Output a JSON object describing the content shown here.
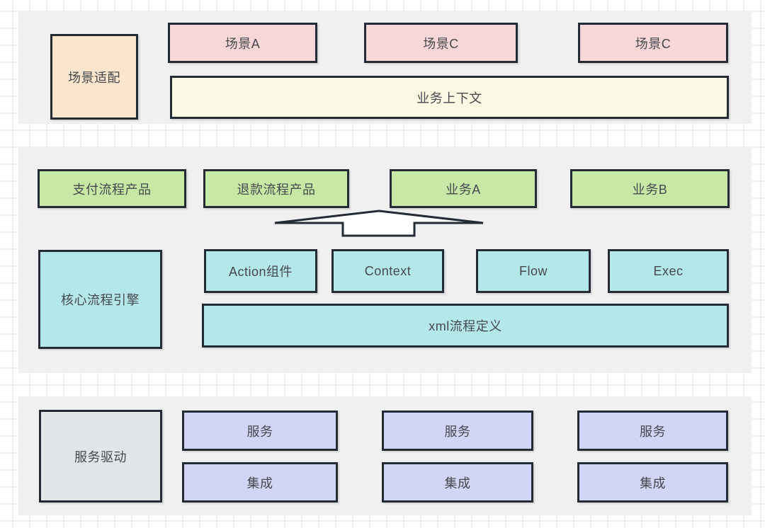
{
  "colors": {
    "band_background": "#f0f0f0",
    "scene_pink": "#f8d7d8",
    "adapter_peach": "#fbe5cd",
    "context_cream": "#fbf8e3",
    "product_green": "#c8e9a6",
    "engine_cyan": "#b4e7ea",
    "service_purple": "#d3d5f6",
    "driver_gray": "#e3e6e8",
    "box_border": "#252b35",
    "arrow_fill": "#ffffff"
  },
  "layers": {
    "scene": {
      "adapter_label": "场景适配",
      "scene_boxes": [
        "场景A",
        "场景C",
        "场景C"
      ],
      "context_bar_label": "业务上下文"
    },
    "engine": {
      "core_label": "核心流程引擎",
      "products": [
        "支付流程产品",
        "退款流程产品",
        "业务A",
        "业务B"
      ],
      "components": [
        "Action组件",
        "Context",
        "Flow",
        "Exec"
      ],
      "xml_bar_label": "xml流程定义"
    },
    "service": {
      "driver_label": "服务驱动",
      "columns": [
        {
          "service": "服务",
          "integration": "集成"
        },
        {
          "service": "服务",
          "integration": "集成"
        },
        {
          "service": "服务",
          "integration": "集成"
        }
      ]
    }
  }
}
